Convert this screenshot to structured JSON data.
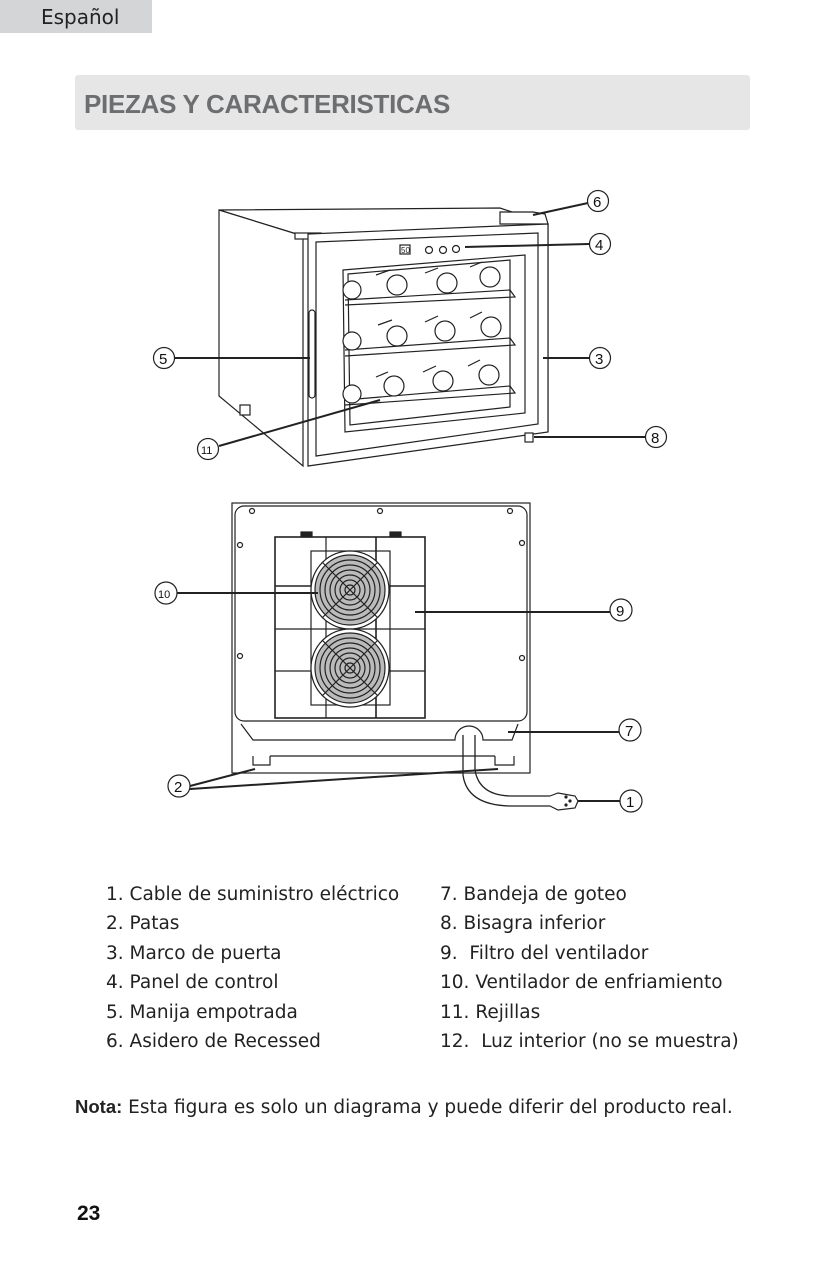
{
  "header": {
    "language_tab": "Español",
    "section_title": "PIEZAS Y CARACTERISTICAS"
  },
  "diagram": {
    "front_view": {
      "callouts": [
        "6",
        "4",
        "5",
        "3",
        "11",
        "8"
      ],
      "display_readout": "50"
    },
    "rear_view": {
      "callouts": [
        "10",
        "9",
        "7",
        "2",
        "1"
      ]
    }
  },
  "parts_list": {
    "column_1": [
      {
        "num": "1.",
        "label": "Cable de suministro eléctrico"
      },
      {
        "num": "2.",
        "label": "Patas"
      },
      {
        "num": "3.",
        "label": "Marco de puerta"
      },
      {
        "num": "4.",
        "label": "Panel de control"
      },
      {
        "num": "5.",
        "label": "Manija empotrada"
      },
      {
        "num": "6.",
        "label": "Asidero de Recessed"
      }
    ],
    "column_2": [
      {
        "num": "7.",
        "label": "Bandeja de goteo"
      },
      {
        "num": "8.",
        "label": "Bisagra inferior"
      },
      {
        "num": "9.",
        "label": " Filtro del ventilador"
      },
      {
        "num": "10.",
        "label": "Ventilador de enfriamiento"
      },
      {
        "num": "11.",
        "label": "Rejillas"
      },
      {
        "num": "12.",
        "label": " Luz interior (no se muestra)"
      }
    ]
  },
  "note": {
    "label": "Nota:",
    "text": " Esta figura es solo un diagrama y puede diferir del producto real."
  },
  "footer": {
    "page_number": "23"
  },
  "colors": {
    "tab_bg": "#d4d5d7",
    "title_bg": "#e6e6e7",
    "title_text": "#6d6e70"
  }
}
